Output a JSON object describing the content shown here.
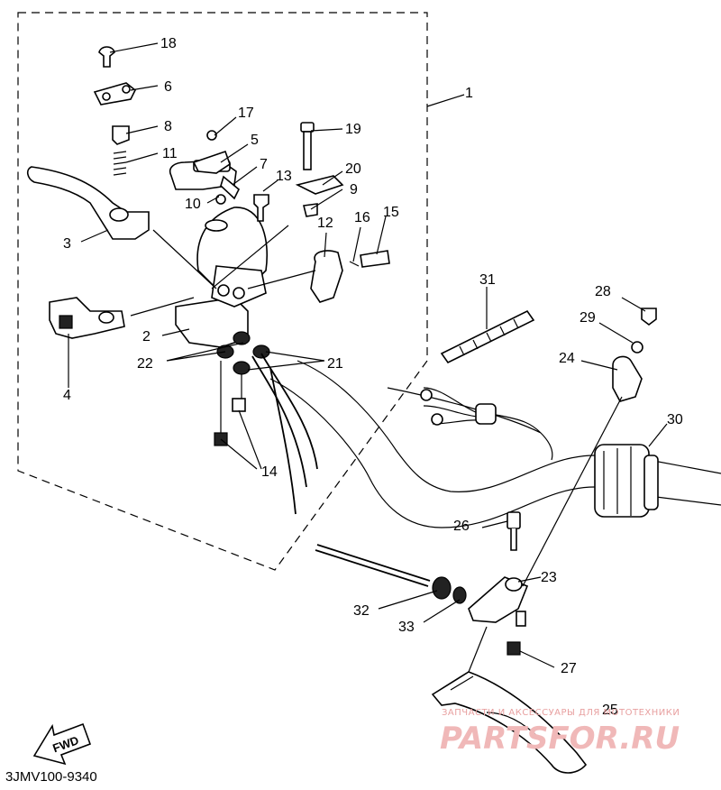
{
  "diagram": {
    "part_numbers": [
      "18",
      "6",
      "8",
      "11",
      "3",
      "4",
      "17",
      "5",
      "7",
      "10",
      "13",
      "19",
      "20",
      "9",
      "12",
      "16",
      "15",
      "1",
      "2",
      "22",
      "21",
      "14",
      "31",
      "28",
      "29",
      "24",
      "30",
      "26",
      "23",
      "32",
      "33",
      "27",
      "25"
    ],
    "reference_code": "3JMV100-9340",
    "fwd_label": "FWD",
    "watermark": {
      "top_line": "ЗАПЧАСТИ И АКСЕССУАРЫ ДЛЯ МОТОТЕХНИКИ",
      "brand": "PARTSFOR.RU"
    }
  }
}
